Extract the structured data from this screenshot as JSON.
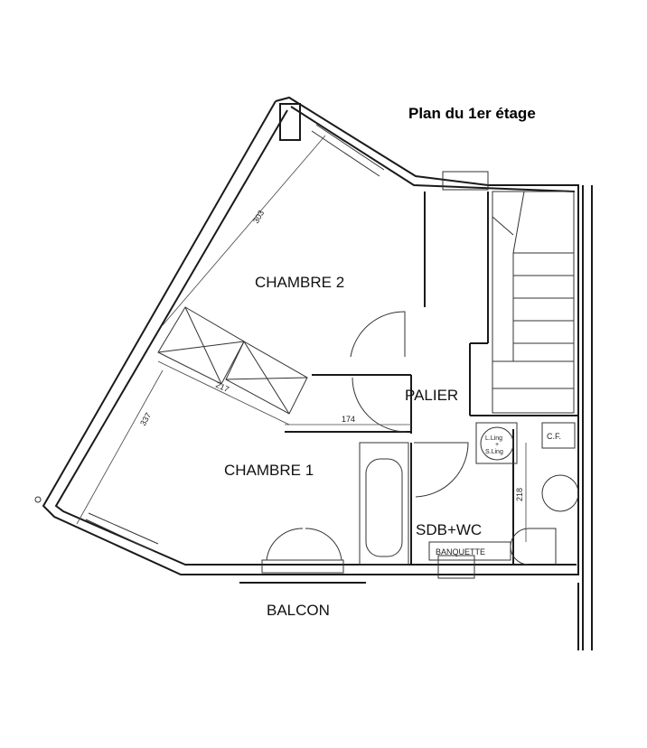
{
  "title": "Plan du 1er étage",
  "rooms": {
    "chambre2": "CHAMBRE 2",
    "chambre1": "CHAMBRE 1",
    "palier": "PALIER",
    "sdb": "SDB+WC",
    "balcon": "BALCON"
  },
  "fixtures": {
    "banquette": "BANQUETTE",
    "cf": "C.F.",
    "lling": "L.Ling",
    "plus": "+",
    "sling": "S.Ling"
  },
  "dimensions": {
    "d303": "303",
    "d217": "217",
    "d337": "337",
    "d174": "174",
    "d218": "218"
  }
}
